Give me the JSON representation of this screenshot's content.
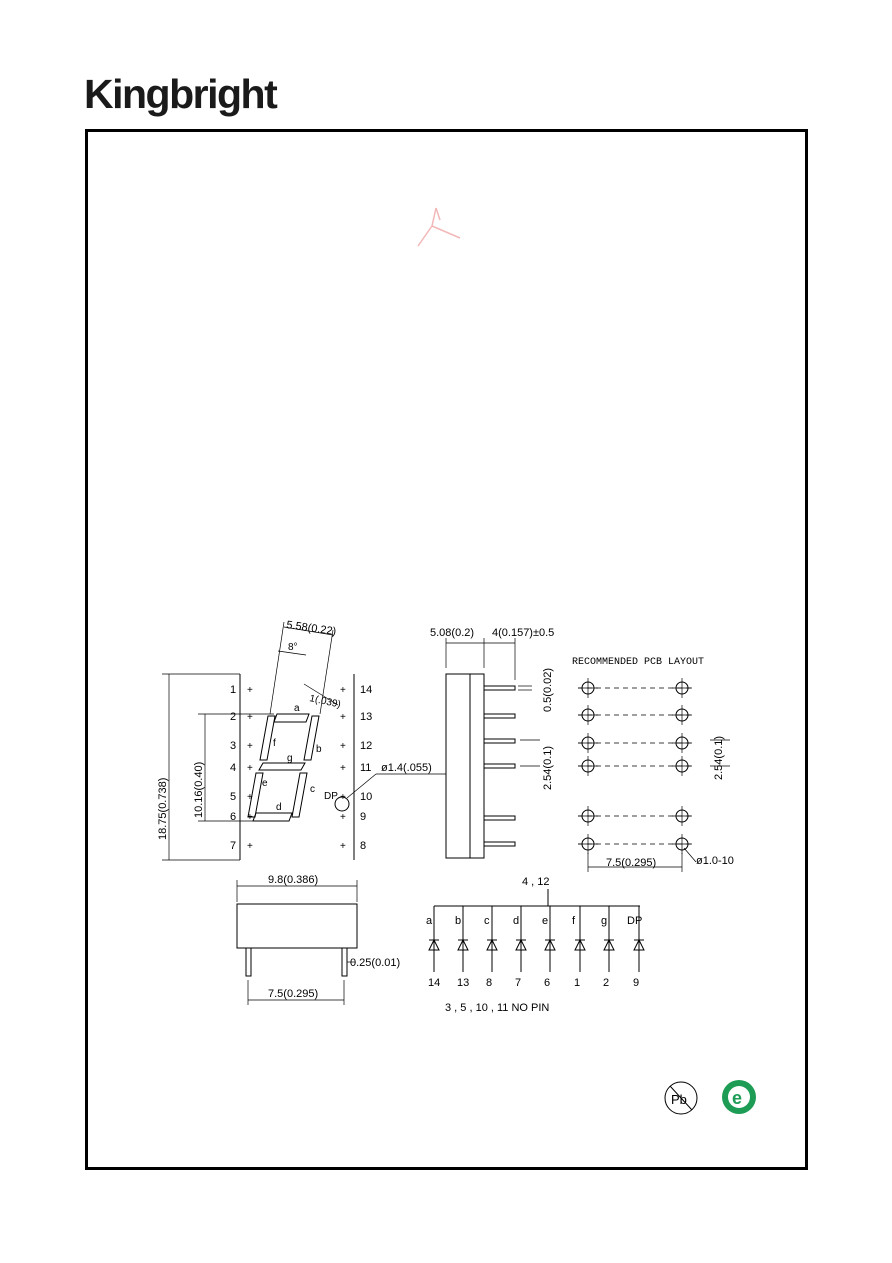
{
  "brand": {
    "logo": "Kingbright"
  },
  "front_view": {
    "pins_left": [
      "1",
      "2",
      "3",
      "4",
      "5",
      "6",
      "7"
    ],
    "pins_right": [
      "14",
      "13",
      "12",
      "11",
      "10",
      "9",
      "8"
    ],
    "segments": [
      "a",
      "b",
      "c",
      "d",
      "e",
      "f",
      "g"
    ],
    "dp_label": "DP",
    "dim_width_top": "5.58(0.22)",
    "dim_angle": "8°",
    "dim_seg_width": "1(.039)",
    "dim_total_height": "18.75(0.738)",
    "dim_digit_height": "10.16(0.40)",
    "dim_dp": "ø1.4(.055)"
  },
  "side_view": {
    "dim_body": "5.08(0.2)",
    "dim_pin": "4(0.157)±0.5",
    "dim_pin_width": "0.5(0.02)",
    "dim_pitch": "2.54(0.1)"
  },
  "pcb_layout": {
    "title": "RECOMMENDED  PCB  LAYOUT",
    "dim_pitch": "2.54(0.1)",
    "dim_row": "7.5(0.295)",
    "dim_hole": "ø1.0-10"
  },
  "bottom_view": {
    "dim_width": "9.8(0.386)",
    "dim_pin_thickness": "0.25(0.01)",
    "dim_row_spacing": "7.5(0.295)"
  },
  "circuit": {
    "common_pins": "4  ,  12",
    "segment_labels": [
      "a",
      "b",
      "c",
      "d",
      "e",
      "f",
      "g",
      "DP"
    ],
    "pin_numbers": [
      "14",
      "13",
      "8",
      "7",
      "6",
      "1",
      "2",
      "9"
    ],
    "no_pin_note": "3  ,  5  ,  10  ,  11    NO    PIN"
  },
  "compliance": {
    "pb_mark": "Pb",
    "rohs_mark": "e"
  }
}
